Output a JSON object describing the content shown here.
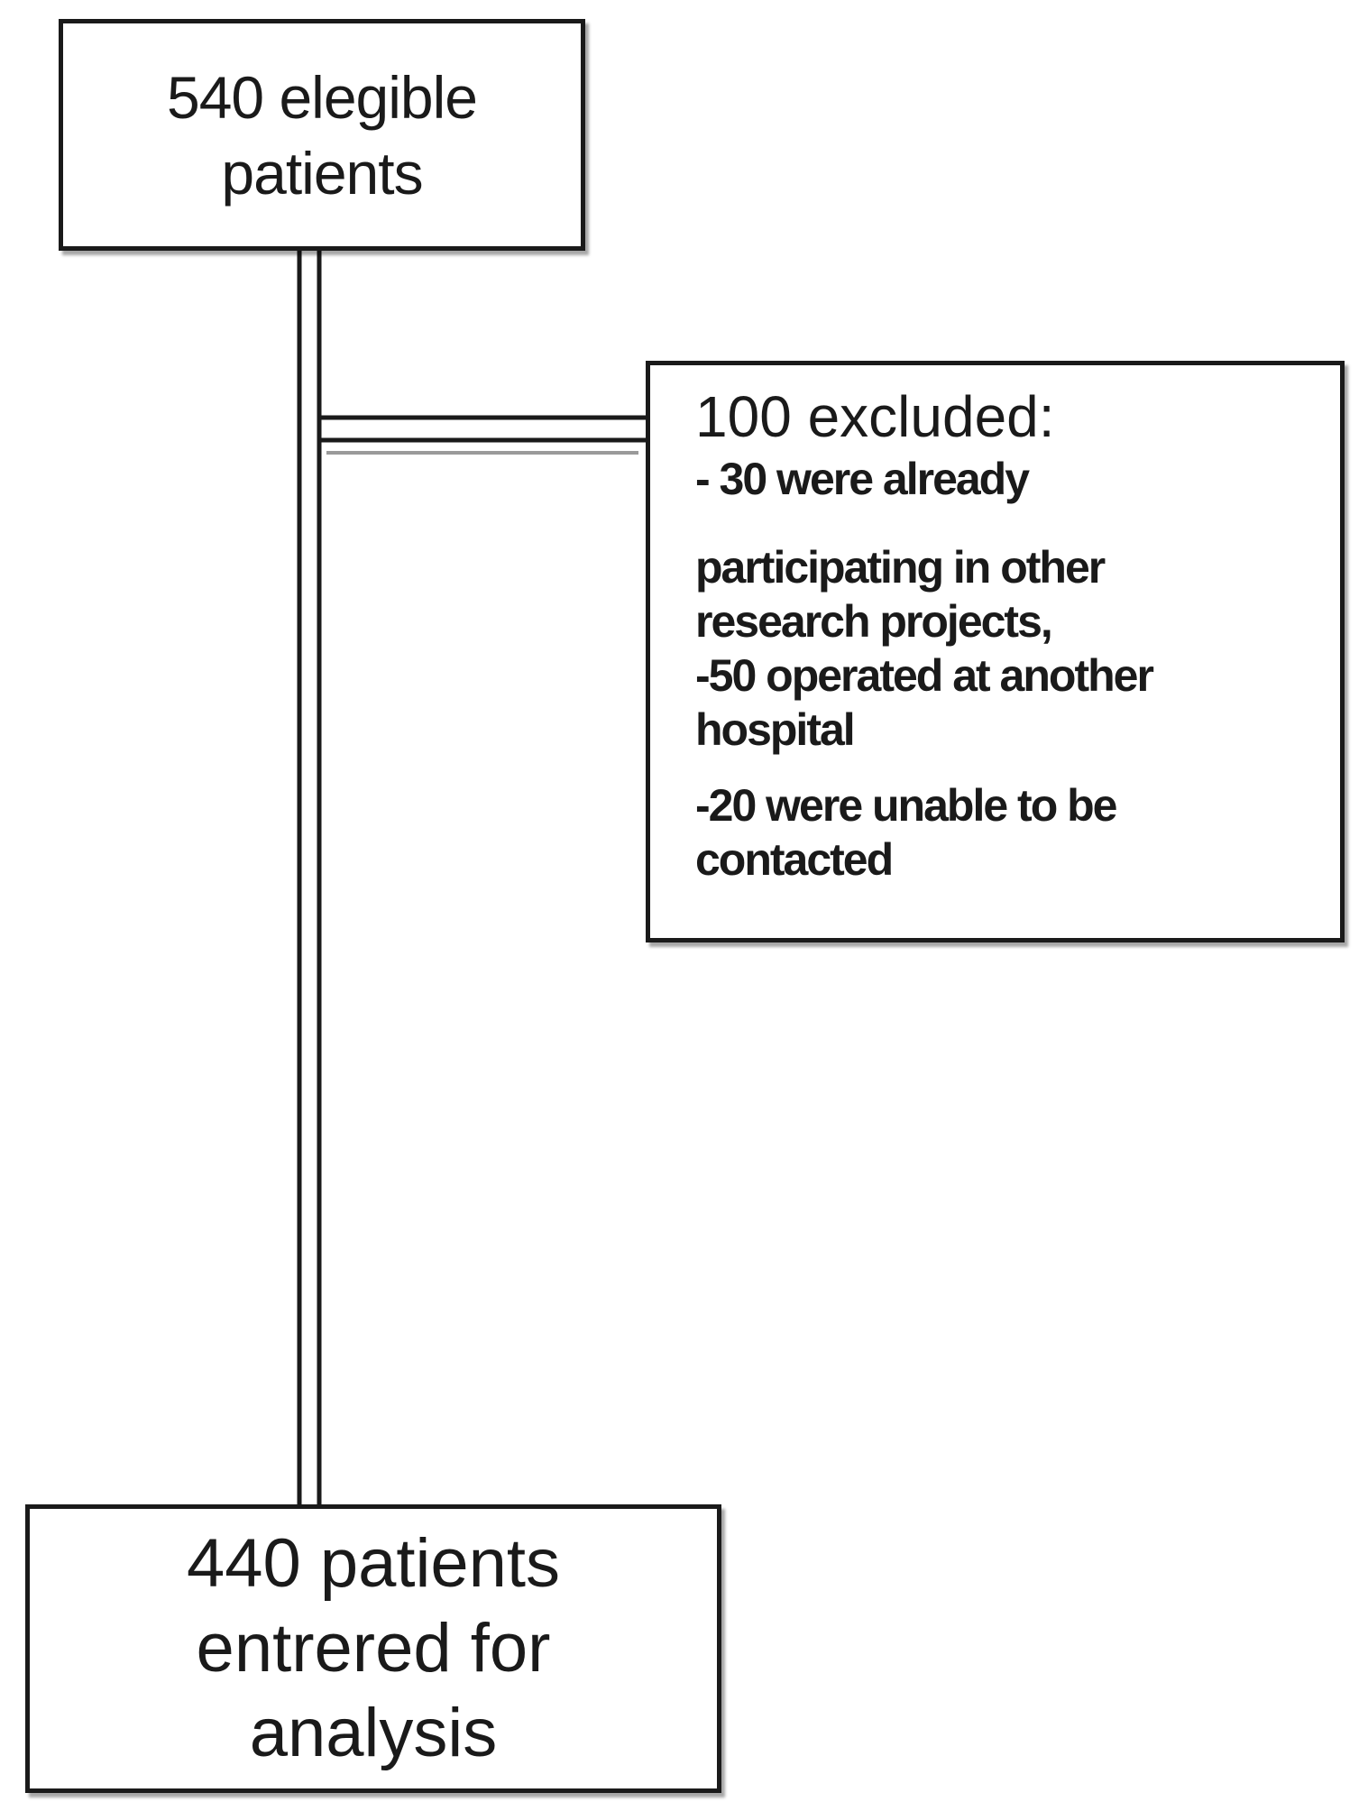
{
  "flowchart": {
    "top_box": {
      "lines": [
        "540 elegible",
        "patients"
      ]
    },
    "excluded_box": {
      "title": "100 excluded:",
      "lines": [
        "- 30 were already",
        "participating in other",
        "research projects,",
        "-50 operated at another",
        "hospital",
        "-20 were unable to be",
        "contacted"
      ]
    },
    "bottom_box": {
      "lines": [
        "440 patients",
        "entrered for",
        "analysis"
      ]
    }
  }
}
